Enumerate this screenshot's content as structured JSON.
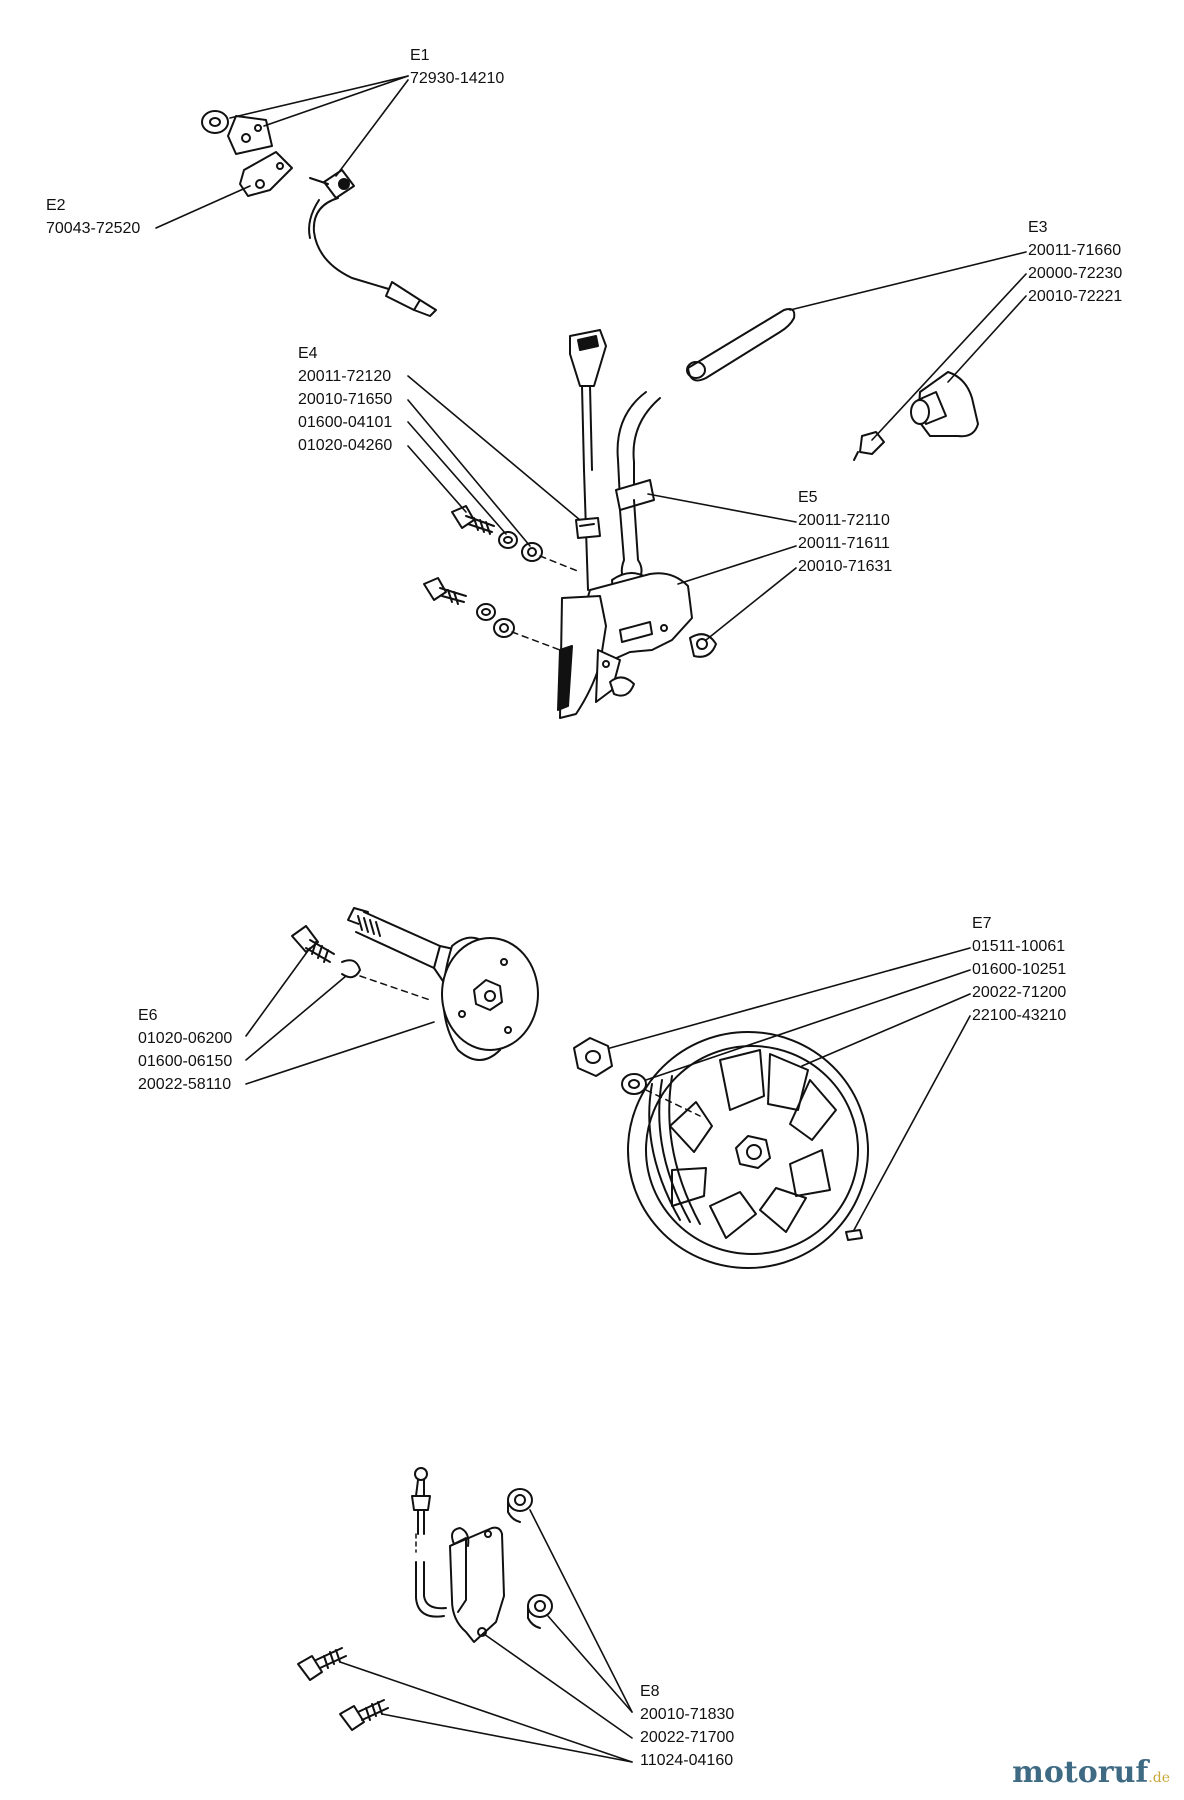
{
  "groups": {
    "E1": {
      "id": "E1",
      "parts": [
        "72930-14210"
      ]
    },
    "E2": {
      "id": "E2",
      "parts": [
        "70043-72520"
      ]
    },
    "E3": {
      "id": "E3",
      "parts": [
        "20011-71660",
        "20000-72230",
        "20010-72221"
      ]
    },
    "E4": {
      "id": "E4",
      "parts": [
        "20011-72120",
        "20010-71650",
        "01600-04101",
        "01020-04260"
      ]
    },
    "E5": {
      "id": "E5",
      "parts": [
        "20011-72110",
        "20011-71611",
        "20010-71631"
      ]
    },
    "E6": {
      "id": "E6",
      "parts": [
        "01020-06200",
        "01600-06150",
        "20022-58110"
      ]
    },
    "E7": {
      "id": "E7",
      "parts": [
        "01511-10061",
        "01600-10251",
        "20022-71200",
        "22100-43210"
      ]
    },
    "E8": {
      "id": "E8",
      "parts": [
        "20010-71830",
        "20022-71700",
        "11024-04160"
      ]
    }
  },
  "watermark": {
    "text": "motoruf",
    "suffix": ".de"
  },
  "colors": {
    "line": "#111111",
    "watermark": "#3f6a83",
    "watermark_accent": "#c9a83c"
  }
}
